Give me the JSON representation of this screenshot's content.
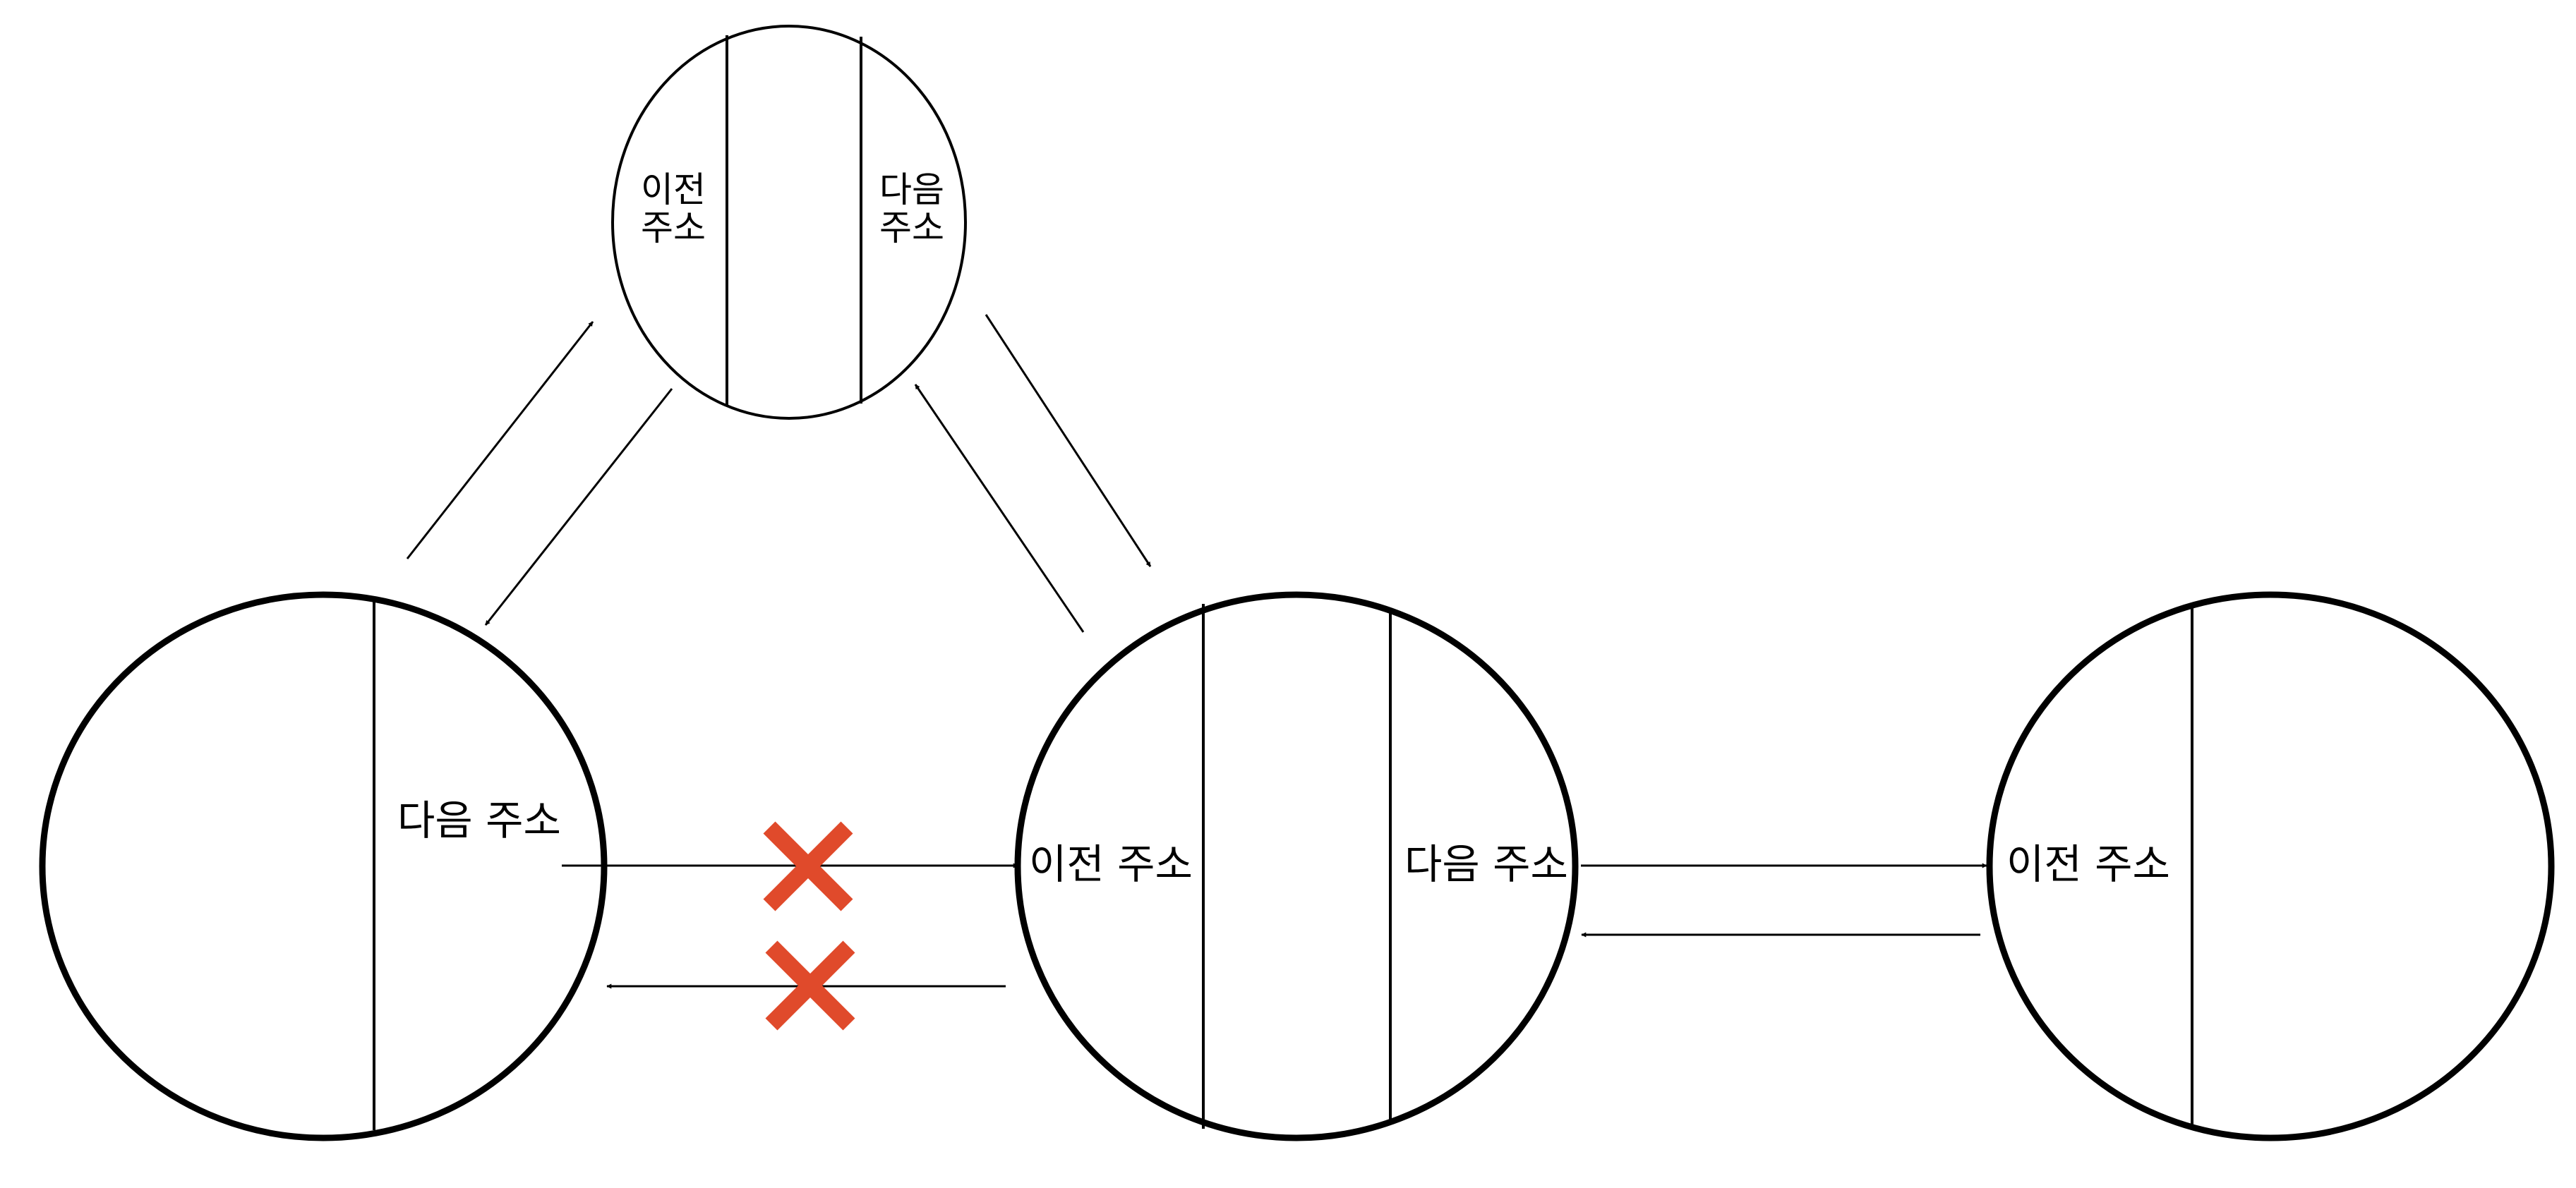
{
  "colors": {
    "stroke": "#000000",
    "cross": "#E04A2B",
    "background": "#FFFFFF"
  },
  "top_node": {
    "prev_line1": "이전",
    "prev_line2": "주소",
    "next_line1": "다음",
    "next_line2": "주소"
  },
  "left_node": {
    "next_label": "다음 주소"
  },
  "middle_node": {
    "prev_label": "이전 주소",
    "next_label": "다음 주소"
  },
  "right_node": {
    "prev_label": "이전 주소"
  },
  "markers": {
    "removed_link_icon": "cross-icon"
  }
}
